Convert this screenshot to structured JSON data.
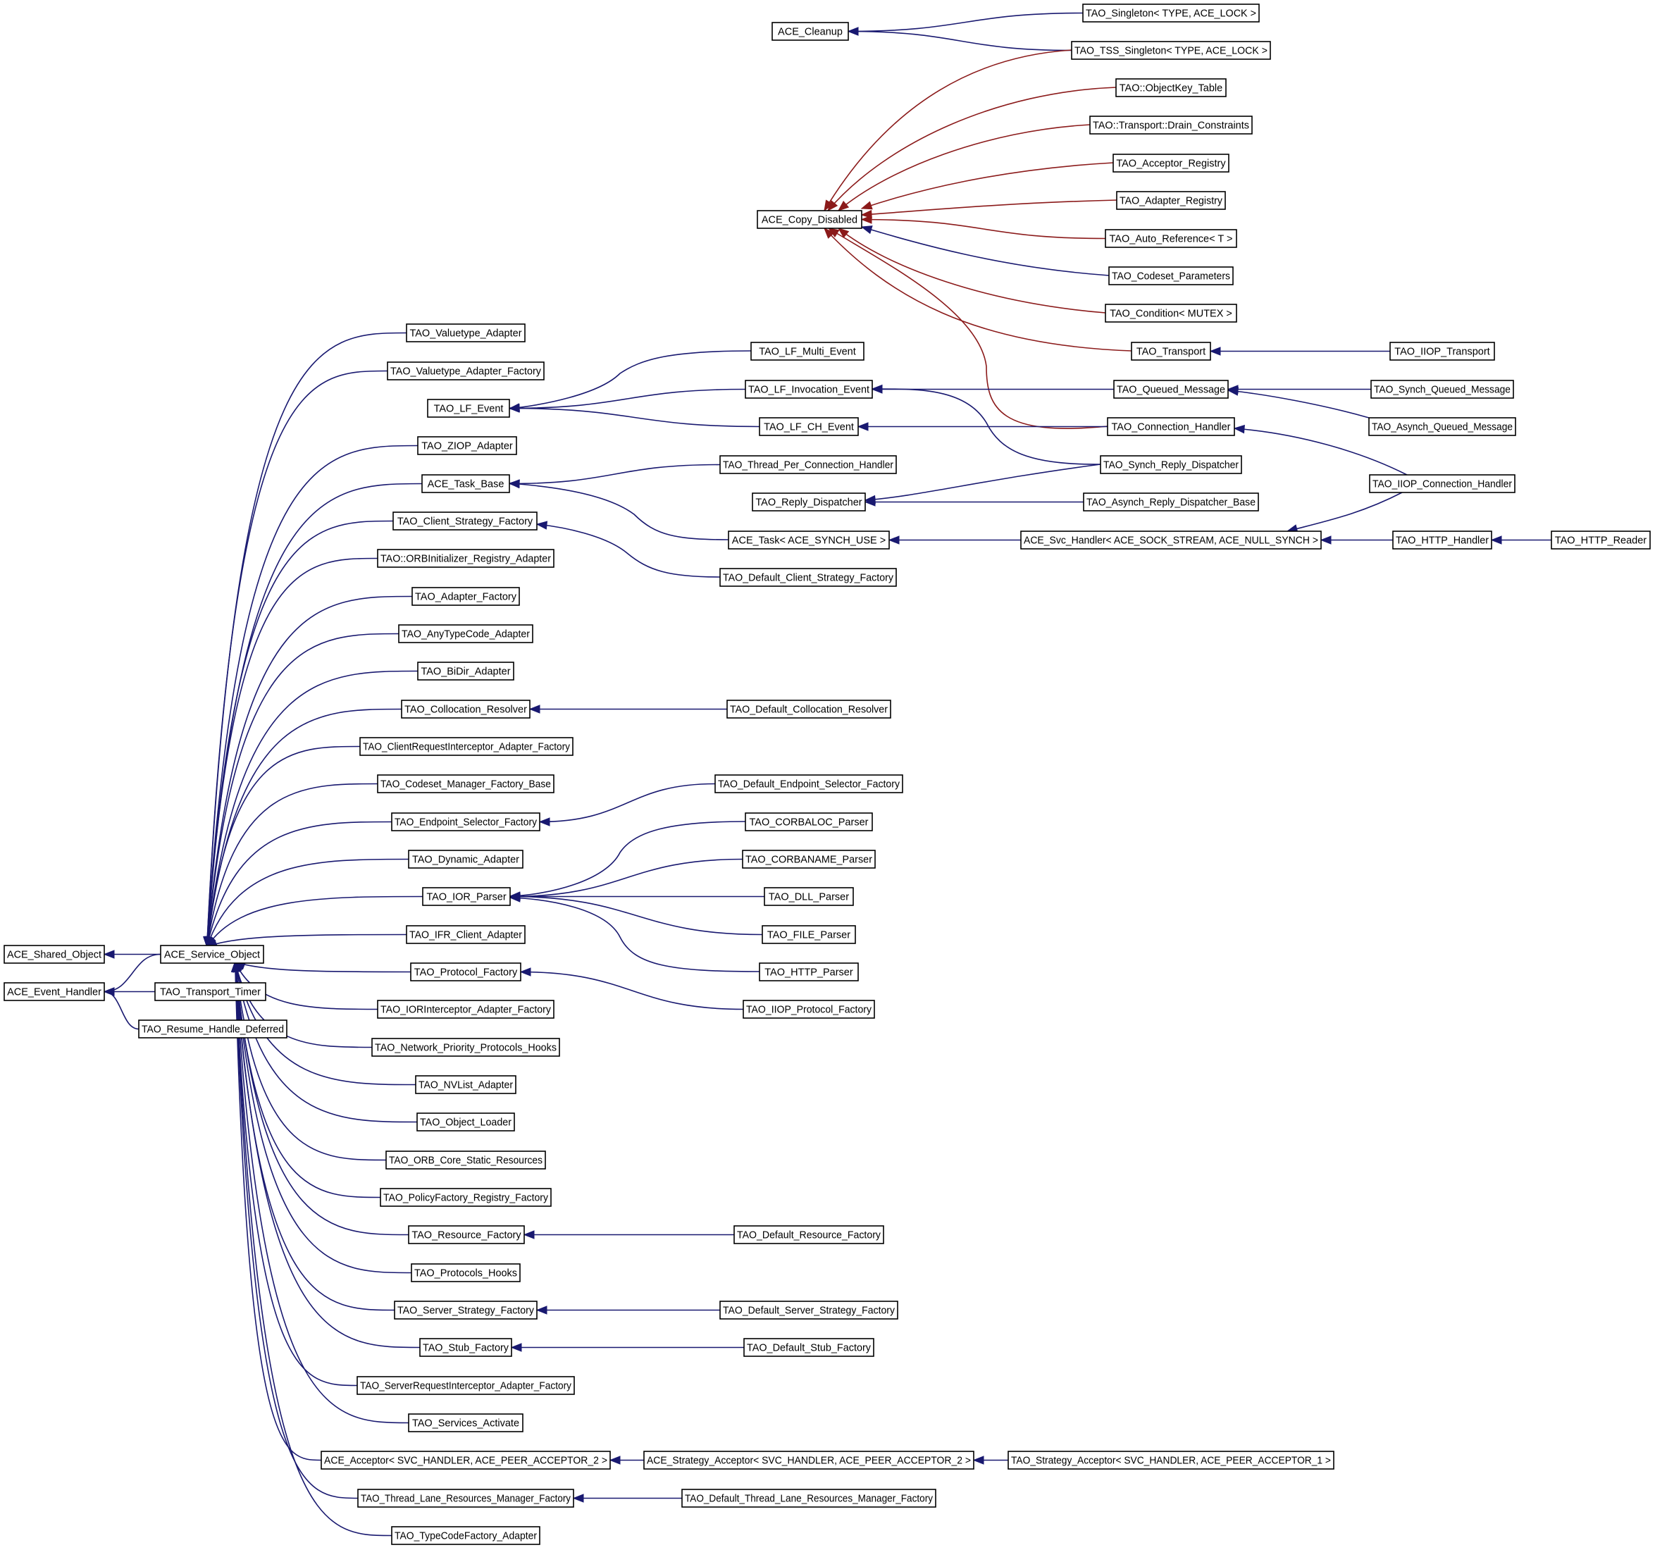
{
  "colors": {
    "public_edge": "#191970",
    "protected_edge": "#8b1a1a",
    "node_border": "#000000",
    "background": "#ffffff"
  },
  "nodes": [
    {
      "id": "ace_shared_object",
      "label": "ACE_Shared_Object"
    },
    {
      "id": "ace_event_handler",
      "label": "ACE_Event_Handler"
    },
    {
      "id": "ace_service_object",
      "label": "ACE_Service_Object"
    },
    {
      "id": "tao_transport_timer",
      "label": "TAO_Transport_Timer"
    },
    {
      "id": "tao_resume_handle_deferred",
      "label": "TAO_Resume_Handle_Deferred"
    },
    {
      "id": "tao_valuetype_adapter",
      "label": "TAO_Valuetype_Adapter"
    },
    {
      "id": "tao_valuetype_adapter_factory",
      "label": "TAO_Valuetype_Adapter_Factory"
    },
    {
      "id": "tao_lf_event",
      "label": "TAO_LF_Event"
    },
    {
      "id": "tao_ziop_adapter",
      "label": "TAO_ZIOP_Adapter"
    },
    {
      "id": "ace_task_base",
      "label": "ACE_Task_Base"
    },
    {
      "id": "tao_client_strategy_factory",
      "label": "TAO_Client_Strategy_Factory"
    },
    {
      "id": "tao_orbinitializer_registry_adapter",
      "label": "TAO::ORBInitializer_Registry_Adapter"
    },
    {
      "id": "tao_adapter_factory",
      "label": "TAO_Adapter_Factory"
    },
    {
      "id": "tao_anytypecode_adapter",
      "label": "TAO_AnyTypeCode_Adapter"
    },
    {
      "id": "tao_bidir_adapter",
      "label": "TAO_BiDir_Adapter"
    },
    {
      "id": "tao_collocation_resolver",
      "label": "TAO_Collocation_Resolver"
    },
    {
      "id": "tao_clientrequestinterceptor_adapter_factory",
      "label": "TAO_ClientRequestInterceptor_Adapter_Factory"
    },
    {
      "id": "tao_codeset_manager_factory_base",
      "label": "TAO_Codeset_Manager_Factory_Base"
    },
    {
      "id": "tao_endpoint_selector_factory",
      "label": "TAO_Endpoint_Selector_Factory"
    },
    {
      "id": "tao_dynamic_adapter",
      "label": "TAO_Dynamic_Adapter"
    },
    {
      "id": "tao_ior_parser",
      "label": "TAO_IOR_Parser"
    },
    {
      "id": "tao_ifr_client_adapter",
      "label": "TAO_IFR_Client_Adapter"
    },
    {
      "id": "tao_protocol_factory",
      "label": "TAO_Protocol_Factory"
    },
    {
      "id": "tao_iorinterceptor_adapter_factory",
      "label": "TAO_IORInterceptor_Adapter_Factory"
    },
    {
      "id": "tao_network_priority_protocols_hooks",
      "label": "TAO_Network_Priority_Protocols_Hooks"
    },
    {
      "id": "tao_nvlist_adapter",
      "label": "TAO_NVList_Adapter"
    },
    {
      "id": "tao_object_loader",
      "label": "TAO_Object_Loader"
    },
    {
      "id": "tao_orb_core_static_resources",
      "label": "TAO_ORB_Core_Static_Resources"
    },
    {
      "id": "tao_policyfactory_registry_factory",
      "label": "TAO_PolicyFactory_Registry_Factory"
    },
    {
      "id": "tao_resource_factory",
      "label": "TAO_Resource_Factory"
    },
    {
      "id": "tao_protocols_hooks",
      "label": "TAO_Protocols_Hooks"
    },
    {
      "id": "tao_server_strategy_factory",
      "label": "TAO_Server_Strategy_Factory"
    },
    {
      "id": "tao_stub_factory",
      "label": "TAO_Stub_Factory"
    },
    {
      "id": "tao_serverrequestinterceptor_adapter_factory",
      "label": "TAO_ServerRequestInterceptor_Adapter_Factory"
    },
    {
      "id": "tao_services_activate",
      "label": "TAO_Services_Activate"
    },
    {
      "id": "ace_acceptor",
      "label": "ACE_Acceptor< SVC_HANDLER, ACE_PEER_ACCEPTOR_2 >"
    },
    {
      "id": "tao_thread_lane_resources_manager_factory",
      "label": "TAO_Thread_Lane_Resources_Manager_Factory"
    },
    {
      "id": "tao_typecodefactory_adapter",
      "label": "TAO_TypeCodeFactory_Adapter"
    },
    {
      "id": "ace_cleanup",
      "label": "ACE_Cleanup"
    },
    {
      "id": "ace_copy_disabled",
      "label": "ACE_Copy_Disabled"
    },
    {
      "id": "tao_lf_multi_event",
      "label": "TAO_LF_Multi_Event"
    },
    {
      "id": "tao_lf_invocation_event",
      "label": "TAO_LF_Invocation_Event"
    },
    {
      "id": "tao_lf_ch_event",
      "label": "TAO_LF_CH_Event"
    },
    {
      "id": "tao_thread_per_connection_handler",
      "label": "TAO_Thread_Per_Connection_Handler"
    },
    {
      "id": "tao_reply_dispatcher",
      "label": "TAO_Reply_Dispatcher"
    },
    {
      "id": "ace_task",
      "label": "ACE_Task< ACE_SYNCH_USE >"
    },
    {
      "id": "tao_default_client_strategy_factory",
      "label": "TAO_Default_Client_Strategy_Factory"
    },
    {
      "id": "tao_default_collocation_resolver",
      "label": "TAO_Default_Collocation_Resolver"
    },
    {
      "id": "tao_default_endpoint_selector_factory",
      "label": "TAO_Default_Endpoint_Selector_Factory"
    },
    {
      "id": "tao_corbaloc_parser",
      "label": "TAO_CORBALOC_Parser"
    },
    {
      "id": "tao_corbaname_parser",
      "label": "TAO_CORBANAME_Parser"
    },
    {
      "id": "tao_dll_parser",
      "label": "TAO_DLL_Parser"
    },
    {
      "id": "tao_file_parser",
      "label": "TAO_FILE_Parser"
    },
    {
      "id": "tao_http_parser",
      "label": "TAO_HTTP_Parser"
    },
    {
      "id": "tao_iiop_protocol_factory",
      "label": "TAO_IIOP_Protocol_Factory"
    },
    {
      "id": "tao_default_resource_factory",
      "label": "TAO_Default_Resource_Factory"
    },
    {
      "id": "tao_default_server_strategy_factory",
      "label": "TAO_Default_Server_Strategy_Factory"
    },
    {
      "id": "tao_default_stub_factory",
      "label": "TAO_Default_Stub_Factory"
    },
    {
      "id": "ace_strategy_acceptor",
      "label": "ACE_Strategy_Acceptor< SVC_HANDLER, ACE_PEER_ACCEPTOR_2 >"
    },
    {
      "id": "tao_default_thread_lane_resources_manager_factory",
      "label": "TAO_Default_Thread_Lane_Resources_Manager_Factory"
    },
    {
      "id": "tao_singleton",
      "label": "TAO_Singleton< TYPE, ACE_LOCK >"
    },
    {
      "id": "tao_tss_singleton",
      "label": "TAO_TSS_Singleton< TYPE, ACE_LOCK >"
    },
    {
      "id": "tao_objectkey_table",
      "label": "TAO::ObjectKey_Table"
    },
    {
      "id": "tao_transport_drain_constraints",
      "label": "TAO::Transport::Drain_Constraints"
    },
    {
      "id": "tao_acceptor_registry",
      "label": "TAO_Acceptor_Registry"
    },
    {
      "id": "tao_adapter_registry",
      "label": "TAO_Adapter_Registry"
    },
    {
      "id": "tao_auto_reference",
      "label": "TAO_Auto_Reference< T >"
    },
    {
      "id": "tao_codeset_parameters",
      "label": "TAO_Codeset_Parameters"
    },
    {
      "id": "tao_condition",
      "label": "TAO_Condition< MUTEX >"
    },
    {
      "id": "tao_transport",
      "label": "TAO_Transport"
    },
    {
      "id": "tao_queued_message",
      "label": "TAO_Queued_Message"
    },
    {
      "id": "tao_connection_handler",
      "label": "TAO_Connection_Handler"
    },
    {
      "id": "tao_synch_reply_dispatcher",
      "label": "TAO_Synch_Reply_Dispatcher"
    },
    {
      "id": "tao_asynch_reply_dispatcher_base",
      "label": "TAO_Asynch_Reply_Dispatcher_Base"
    },
    {
      "id": "ace_svc_handler",
      "label": "ACE_Svc_Handler< ACE_SOCK_STREAM, ACE_NULL_SYNCH >"
    },
    {
      "id": "tao_strategy_acceptor",
      "label": "TAO_Strategy_Acceptor< SVC_HANDLER, ACE_PEER_ACCEPTOR_1 >"
    },
    {
      "id": "tao_iiop_transport",
      "label": "TAO_IIOP_Transport"
    },
    {
      "id": "tao_synch_queued_message",
      "label": "TAO_Synch_Queued_Message"
    },
    {
      "id": "tao_asynch_queued_message",
      "label": "TAO_Asynch_Queued_Message"
    },
    {
      "id": "tao_iiop_connection_handler",
      "label": "TAO_IIOP_Connection_Handler"
    },
    {
      "id": "tao_http_handler",
      "label": "TAO_HTTP_Handler"
    },
    {
      "id": "tao_http_reader",
      "label": "TAO_HTTP_Reader"
    }
  ],
  "edges": [
    {
      "from": "ace_service_object",
      "to": "ace_shared_object",
      "kind": "public"
    },
    {
      "from": "ace_service_object",
      "to": "ace_event_handler",
      "kind": "public"
    },
    {
      "from": "tao_transport_timer",
      "to": "ace_event_handler",
      "kind": "public"
    },
    {
      "from": "tao_resume_handle_deferred",
      "to": "ace_event_handler",
      "kind": "public"
    },
    {
      "from": "tao_valuetype_adapter",
      "to": "ace_service_object",
      "kind": "public"
    },
    {
      "from": "tao_valuetype_adapter_factory",
      "to": "ace_service_object",
      "kind": "public"
    },
    {
      "from": "tao_ziop_adapter",
      "to": "ace_service_object",
      "kind": "public"
    },
    {
      "from": "ace_task_base",
      "to": "ace_service_object",
      "kind": "public"
    },
    {
      "from": "tao_client_strategy_factory",
      "to": "ace_service_object",
      "kind": "public"
    },
    {
      "from": "tao_orbinitializer_registry_adapter",
      "to": "ace_service_object",
      "kind": "public"
    },
    {
      "from": "tao_adapter_factory",
      "to": "ace_service_object",
      "kind": "public"
    },
    {
      "from": "tao_anytypecode_adapter",
      "to": "ace_service_object",
      "kind": "public"
    },
    {
      "from": "tao_bidir_adapter",
      "to": "ace_service_object",
      "kind": "public"
    },
    {
      "from": "tao_collocation_resolver",
      "to": "ace_service_object",
      "kind": "public"
    },
    {
      "from": "tao_clientrequestinterceptor_adapter_factory",
      "to": "ace_service_object",
      "kind": "public"
    },
    {
      "from": "tao_codeset_manager_factory_base",
      "to": "ace_service_object",
      "kind": "public"
    },
    {
      "from": "tao_endpoint_selector_factory",
      "to": "ace_service_object",
      "kind": "public"
    },
    {
      "from": "tao_dynamic_adapter",
      "to": "ace_service_object",
      "kind": "public"
    },
    {
      "from": "tao_ior_parser",
      "to": "ace_service_object",
      "kind": "public"
    },
    {
      "from": "tao_ifr_client_adapter",
      "to": "ace_service_object",
      "kind": "public"
    },
    {
      "from": "tao_protocol_factory",
      "to": "ace_service_object",
      "kind": "public"
    },
    {
      "from": "tao_iorinterceptor_adapter_factory",
      "to": "ace_service_object",
      "kind": "public"
    },
    {
      "from": "tao_network_priority_protocols_hooks",
      "to": "ace_service_object",
      "kind": "public"
    },
    {
      "from": "tao_nvlist_adapter",
      "to": "ace_service_object",
      "kind": "public"
    },
    {
      "from": "tao_object_loader",
      "to": "ace_service_object",
      "kind": "public"
    },
    {
      "from": "tao_orb_core_static_resources",
      "to": "ace_service_object",
      "kind": "public"
    },
    {
      "from": "tao_policyfactory_registry_factory",
      "to": "ace_service_object",
      "kind": "public"
    },
    {
      "from": "tao_resource_factory",
      "to": "ace_service_object",
      "kind": "public"
    },
    {
      "from": "tao_protocols_hooks",
      "to": "ace_service_object",
      "kind": "public"
    },
    {
      "from": "tao_server_strategy_factory",
      "to": "ace_service_object",
      "kind": "public"
    },
    {
      "from": "tao_stub_factory",
      "to": "ace_service_object",
      "kind": "public"
    },
    {
      "from": "tao_serverrequestinterceptor_adapter_factory",
      "to": "ace_service_object",
      "kind": "public"
    },
    {
      "from": "tao_services_activate",
      "to": "ace_service_object",
      "kind": "public"
    },
    {
      "from": "ace_acceptor",
      "to": "ace_service_object",
      "kind": "public"
    },
    {
      "from": "tao_thread_lane_resources_manager_factory",
      "to": "ace_service_object",
      "kind": "public"
    },
    {
      "from": "tao_typecodefactory_adapter",
      "to": "ace_service_object",
      "kind": "public"
    },
    {
      "from": "tao_lf_multi_event",
      "to": "tao_lf_event",
      "kind": "public"
    },
    {
      "from": "tao_lf_invocation_event",
      "to": "tao_lf_event",
      "kind": "public"
    },
    {
      "from": "tao_lf_ch_event",
      "to": "tao_lf_event",
      "kind": "public"
    },
    {
      "from": "tao_thread_per_connection_handler",
      "to": "ace_task_base",
      "kind": "public"
    },
    {
      "from": "ace_task",
      "to": "ace_task_base",
      "kind": "public"
    },
    {
      "from": "tao_default_client_strategy_factory",
      "to": "tao_client_strategy_factory",
      "kind": "public"
    },
    {
      "from": "tao_default_collocation_resolver",
      "to": "tao_collocation_resolver",
      "kind": "public"
    },
    {
      "from": "tao_default_endpoint_selector_factory",
      "to": "tao_endpoint_selector_factory",
      "kind": "public"
    },
    {
      "from": "tao_corbaloc_parser",
      "to": "tao_ior_parser",
      "kind": "public"
    },
    {
      "from": "tao_corbaname_parser",
      "to": "tao_ior_parser",
      "kind": "public"
    },
    {
      "from": "tao_dll_parser",
      "to": "tao_ior_parser",
      "kind": "public"
    },
    {
      "from": "tao_file_parser",
      "to": "tao_ior_parser",
      "kind": "public"
    },
    {
      "from": "tao_http_parser",
      "to": "tao_ior_parser",
      "kind": "public"
    },
    {
      "from": "tao_iiop_protocol_factory",
      "to": "tao_protocol_factory",
      "kind": "public"
    },
    {
      "from": "tao_default_resource_factory",
      "to": "tao_resource_factory",
      "kind": "public"
    },
    {
      "from": "tao_default_server_strategy_factory",
      "to": "tao_server_strategy_factory",
      "kind": "public"
    },
    {
      "from": "tao_default_stub_factory",
      "to": "tao_stub_factory",
      "kind": "public"
    },
    {
      "from": "ace_strategy_acceptor",
      "to": "ace_acceptor",
      "kind": "public"
    },
    {
      "from": "tao_strategy_acceptor",
      "to": "ace_strategy_acceptor",
      "kind": "public"
    },
    {
      "from": "tao_default_thread_lane_resources_manager_factory",
      "to": "tao_thread_lane_resources_manager_factory",
      "kind": "public"
    },
    {
      "from": "tao_singleton",
      "to": "ace_cleanup",
      "kind": "public"
    },
    {
      "from": "tao_tss_singleton",
      "to": "ace_cleanup",
      "kind": "public"
    },
    {
      "from": "tao_tss_singleton",
      "to": "ace_copy_disabled",
      "kind": "protected"
    },
    {
      "from": "tao_objectkey_table",
      "to": "ace_copy_disabled",
      "kind": "protected"
    },
    {
      "from": "tao_transport_drain_constraints",
      "to": "ace_copy_disabled",
      "kind": "protected"
    },
    {
      "from": "tao_acceptor_registry",
      "to": "ace_copy_disabled",
      "kind": "protected"
    },
    {
      "from": "tao_adapter_registry",
      "to": "ace_copy_disabled",
      "kind": "protected"
    },
    {
      "from": "tao_auto_reference",
      "to": "ace_copy_disabled",
      "kind": "protected"
    },
    {
      "from": "tao_codeset_parameters",
      "to": "ace_copy_disabled",
      "kind": "public"
    },
    {
      "from": "tao_condition",
      "to": "ace_copy_disabled",
      "kind": "protected"
    },
    {
      "from": "tao_transport",
      "to": "ace_copy_disabled",
      "kind": "protected"
    },
    {
      "from": "tao_connection_handler",
      "to": "ace_copy_disabled",
      "kind": "protected"
    },
    {
      "from": "tao_iiop_transport",
      "to": "tao_transport",
      "kind": "public"
    },
    {
      "from": "tao_queued_message",
      "to": "tao_lf_invocation_event",
      "kind": "public"
    },
    {
      "from": "tao_synch_reply_dispatcher",
      "to": "tao_lf_invocation_event",
      "kind": "public"
    },
    {
      "from": "tao_connection_handler",
      "to": "tao_lf_ch_event",
      "kind": "public"
    },
    {
      "from": "tao_synch_reply_dispatcher",
      "to": "tao_reply_dispatcher",
      "kind": "public"
    },
    {
      "from": "tao_asynch_reply_dispatcher_base",
      "to": "tao_reply_dispatcher",
      "kind": "public"
    },
    {
      "from": "ace_svc_handler",
      "to": "ace_task",
      "kind": "public"
    },
    {
      "from": "tao_synch_queued_message",
      "to": "tao_queued_message",
      "kind": "public"
    },
    {
      "from": "tao_asynch_queued_message",
      "to": "tao_queued_message",
      "kind": "public"
    },
    {
      "from": "tao_iiop_connection_handler",
      "to": "tao_connection_handler",
      "kind": "public"
    },
    {
      "from": "tao_iiop_connection_handler",
      "to": "ace_svc_handler",
      "kind": "public"
    },
    {
      "from": "tao_http_handler",
      "to": "ace_svc_handler",
      "kind": "public"
    },
    {
      "from": "tao_http_reader",
      "to": "tao_http_handler",
      "kind": "public"
    }
  ]
}
